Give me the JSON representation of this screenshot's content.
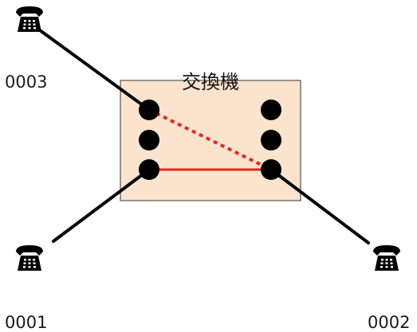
{
  "exchange": {
    "label": "交換機",
    "fill_color": "#fbe3cd",
    "border_color": "#333333"
  },
  "terminals": [
    {
      "number": "0003",
      "icon": "telephone-icon"
    },
    {
      "number": "0001",
      "icon": "telephone-icon"
    },
    {
      "number": "0002",
      "icon": "telephone-icon"
    }
  ],
  "connections": [
    {
      "from": "0003",
      "to": "0002",
      "style": "dotted",
      "color": "#e8251c"
    },
    {
      "from": "0001",
      "to": "0002",
      "style": "solid",
      "color": "#e8251c"
    }
  ],
  "colors": {
    "line": "#000000",
    "port": "#000000",
    "phone": "#000000"
  }
}
